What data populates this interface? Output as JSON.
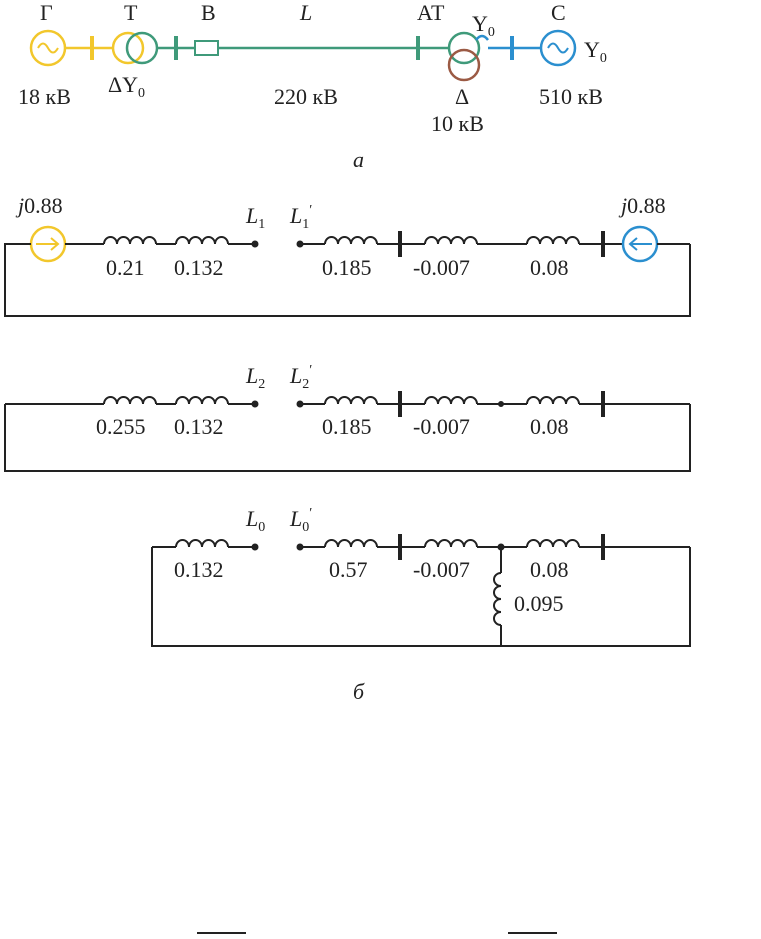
{
  "colors": {
    "generator": "#f2c72c",
    "line": "#3f9a7a",
    "autotransformer_tertiary": "#9b5a44",
    "system": "#2b8fcf",
    "circuit": "#222222"
  },
  "one_line": {
    "generator_letter": "Г",
    "transformer_letter": "Т",
    "breaker_letter": "В",
    "line_letter": "L",
    "autotransformer_letter": "АТ",
    "system_letter": "С",
    "gen_voltage": "18 кВ",
    "trafo_connection": "ΔY",
    "trafo_connection_sub": "0",
    "line_voltage": "220 кВ",
    "at_y": "Y",
    "at_y_sub": "0",
    "at_delta": "Δ",
    "at_tertiary_voltage": "10 кВ",
    "sys_y": "Y",
    "sys_y_sub": "0",
    "sys_voltage": "510 кВ",
    "generator_icon": "ac-source-icon",
    "system_icon": "ac-source-icon"
  },
  "caption_a": "а",
  "caption_b": "б",
  "positive": {
    "emf_left_j": "j",
    "emf_left_val": "0.88",
    "emf_right_j": "j",
    "emf_right_val": "0.88",
    "node_left": "L",
    "node_left_sub": "1",
    "node_right": "L",
    "node_right_sub": "1",
    "node_right_prime": "′",
    "x": [
      "0.21",
      "0.132",
      "0.185",
      "-0.007",
      "0.08"
    ]
  },
  "negative": {
    "node_left": "L",
    "node_left_sub": "2",
    "node_right": "L",
    "node_right_sub": "2",
    "node_right_prime": "′",
    "x": [
      "0.255",
      "0.132",
      "0.185",
      "-0.007",
      "0.08"
    ]
  },
  "zero": {
    "node_left": "L",
    "node_left_sub": "0",
    "node_right": "L",
    "node_right_sub": "0",
    "node_right_prime": "′",
    "x": [
      "0.132",
      "0.57",
      "-0.007",
      "0.08",
      "0.095"
    ]
  },
  "footer_marks": [
    "",
    ""
  ]
}
